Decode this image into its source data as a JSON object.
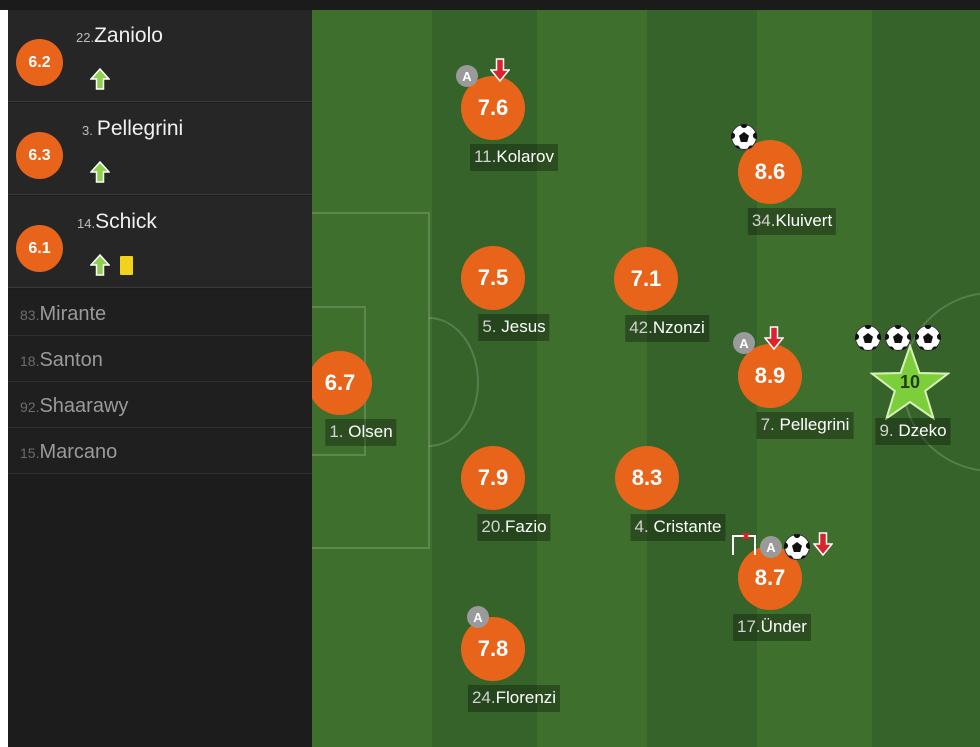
{
  "colors": {
    "rating_orange": "#e8641b",
    "sub_in_arrow": "#8fd14f",
    "sub_out_arrow": "#d9232d",
    "yellow_card": "#f2d21b",
    "man_of_match_star": "#7ccf3a",
    "pitch_green": "#3b6b2a"
  },
  "bench": {
    "substitutes": [
      {
        "number": "22.",
        "name": "Zaniolo",
        "rating": "6.2",
        "icons": [
          "sub-in-arrow-icon"
        ]
      },
      {
        "number": "3.",
        "name": "Pellegrini",
        "rating": "6.3",
        "icons": [
          "sub-in-arrow-icon"
        ]
      },
      {
        "number": "14.",
        "name": "Schick",
        "rating": "6.1",
        "icons": [
          "sub-in-arrow-icon",
          "yellow-card-icon"
        ]
      }
    ],
    "unused": [
      {
        "number": "83.",
        "name": "Mirante"
      },
      {
        "number": "18.",
        "name": "Santon"
      },
      {
        "number": "92.",
        "name": "Shaarawy"
      },
      {
        "number": "15.",
        "name": "Marcano"
      }
    ]
  },
  "pitch": {
    "players": [
      {
        "id": "olsen",
        "number": "1.",
        "name": "Olsen",
        "rating": "6.7",
        "icons": []
      },
      {
        "id": "kolarov",
        "number": "11.",
        "name": "Kolarov",
        "rating": "7.6",
        "icons": [
          "assist-badge-icon",
          "sub-out-arrow-icon"
        ],
        "assist_label": "A"
      },
      {
        "id": "jesus",
        "number": "5.",
        "name": "Jesus",
        "rating": "7.5",
        "icons": []
      },
      {
        "id": "fazio",
        "number": "20.",
        "name": "Fazio",
        "rating": "7.9",
        "icons": []
      },
      {
        "id": "florenzi",
        "number": "24.",
        "name": "Florenzi",
        "rating": "7.8",
        "icons": [
          "assist-badge-icon"
        ],
        "assist_label": "A"
      },
      {
        "id": "nzonzi",
        "number": "42.",
        "name": "Nzonzi",
        "rating": "7.1",
        "icons": []
      },
      {
        "id": "cristante",
        "number": "4.",
        "name": "Cristante",
        "rating": "8.3",
        "icons": []
      },
      {
        "id": "kluivert",
        "number": "34.",
        "name": "Kluivert",
        "rating": "8.6",
        "icons": [
          "goal-ball-icon"
        ]
      },
      {
        "id": "pellegrini",
        "number": "7.",
        "name": "Pellegrini",
        "rating": "8.9",
        "icons": [
          "assist-badge-icon",
          "sub-out-arrow-icon"
        ],
        "assist_label": "A"
      },
      {
        "id": "under",
        "number": "17.",
        "name": "Ünder",
        "rating": "8.7",
        "icons": [
          "woodwork-icon",
          "assist-badge-icon",
          "goal-ball-icon",
          "sub-out-arrow-icon"
        ],
        "assist_label": "A"
      },
      {
        "id": "dzeko",
        "number": "9.",
        "name": "Dzeko",
        "rating": "10",
        "man_of_the_match": true,
        "icons": [
          "goal-ball-icon",
          "goal-ball-icon",
          "goal-ball-icon",
          "man-of-the-match-star-icon"
        ]
      }
    ]
  }
}
